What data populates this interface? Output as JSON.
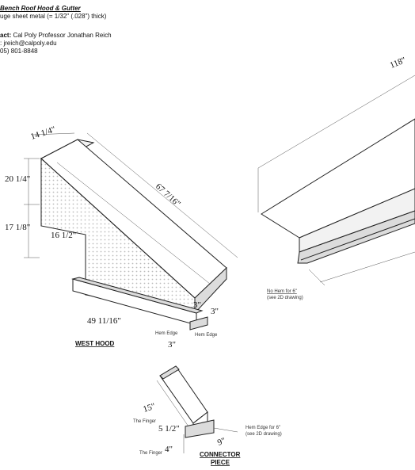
{
  "header": {
    "title": "Bench Roof Hood & Gutter",
    "spec": "uge sheet metal (= 1/32\" (.028\") thick)",
    "contact_label": "act:",
    "contact_name": "Cal Poly Professor Jonathan Reich",
    "email": ": jreich@calpoly.edu",
    "phone": "05) 801-8848"
  },
  "west_hood": {
    "caption": "WEST HOOD",
    "dim_top": "14 1/4\"",
    "dim_left_upper": "20 1/4\"",
    "dim_left_lower": "17 1/8\"",
    "dim_step": "16 1/2\"",
    "dim_slope": "67 7/16\"",
    "dim_base": "49 11/16\"",
    "dim_right_a": "3\"",
    "dim_right_b": "3\"",
    "dim_bottom": "3\"",
    "hem_edge_1": "Hem Edge",
    "hem_edge_2": "Hem Edge"
  },
  "gutter": {
    "dim_length": "118\"",
    "note_line1": "No Hem for 6\"",
    "note_line2": "(see 2D drawing)"
  },
  "connector": {
    "caption_line1": "CONNECTOR",
    "caption_line2": "PIECE",
    "dim_15": "15\"",
    "dim_5": "5 1/2\"",
    "dim_4": "4\"",
    "dim_9": "9\"",
    "finger_1": "The Finger",
    "finger_2": "The Finger",
    "hem_line1": "Hem Edge for 6\"",
    "hem_line2": "(see 2D drawing)"
  }
}
